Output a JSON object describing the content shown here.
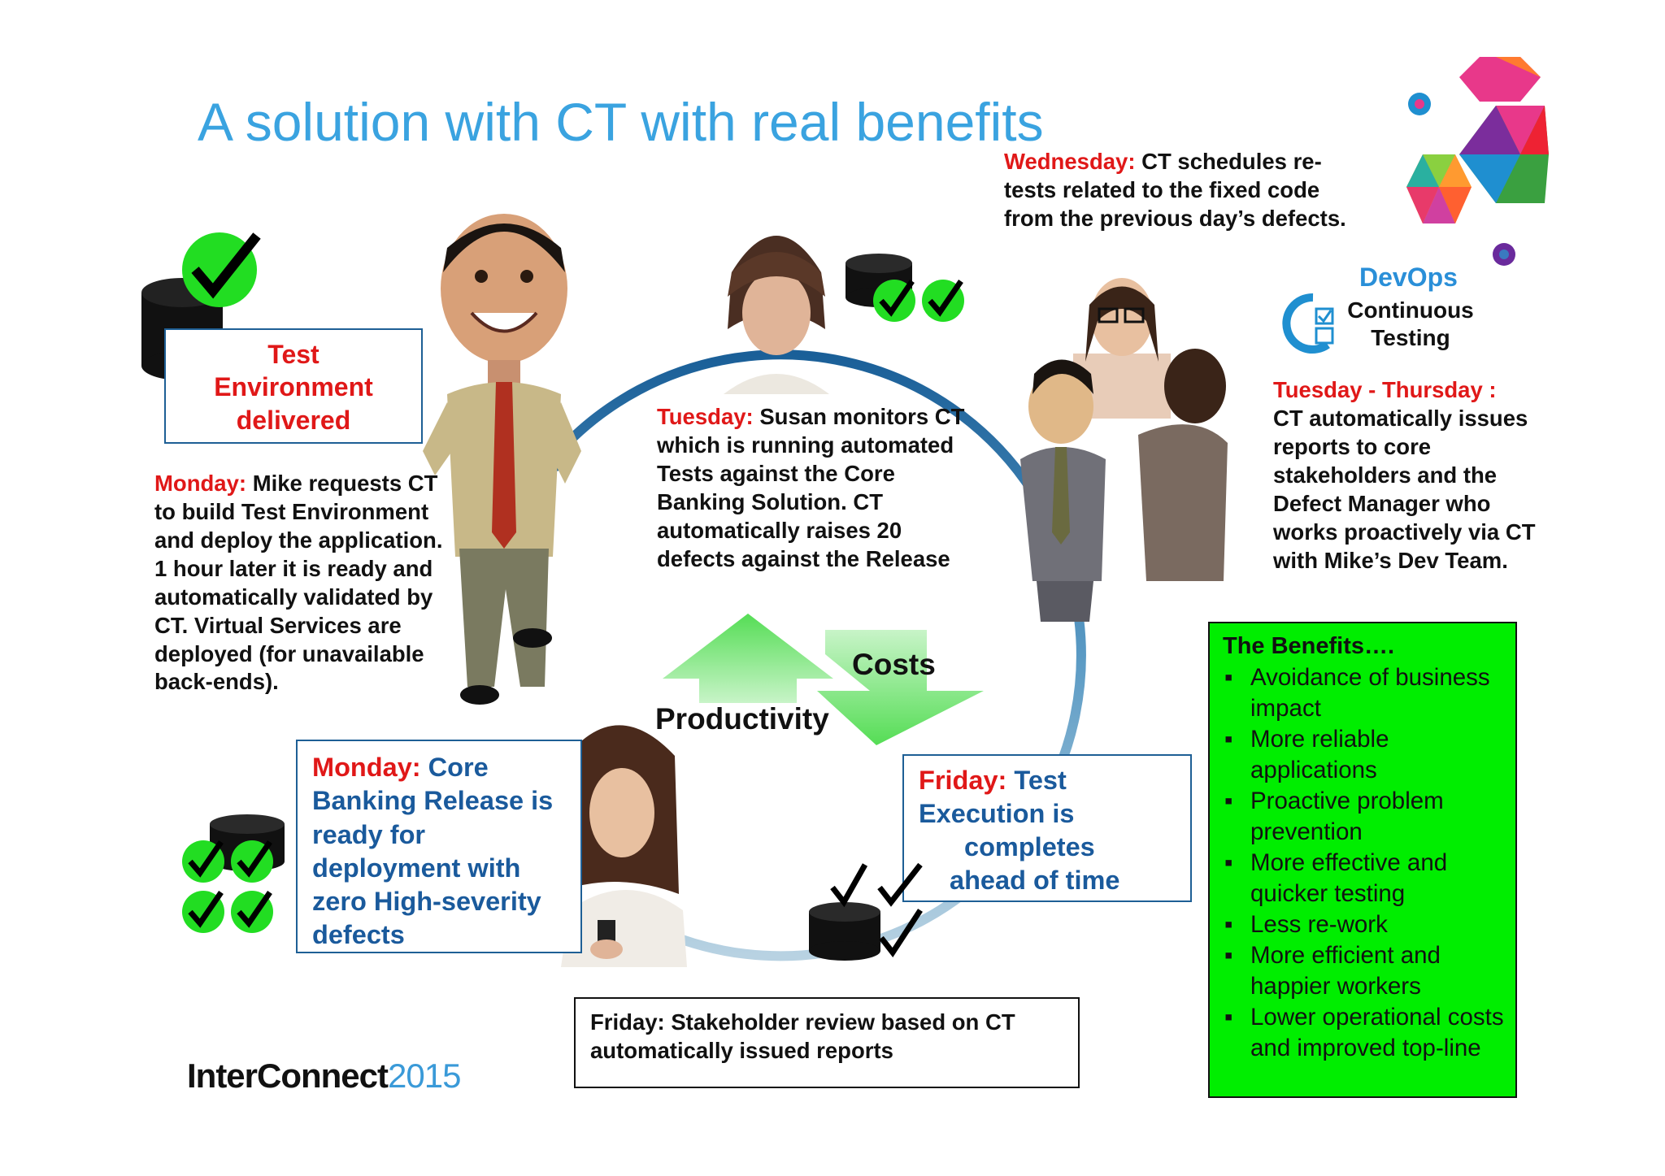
{
  "title": "A solution with CT with real benefits",
  "brand": {
    "name": "InterConnect",
    "year": "2015"
  },
  "devops": {
    "title": "DevOps",
    "line1": "Continuous",
    "line2": "Testing"
  },
  "test_env_box": {
    "line1": "Test",
    "line2": "Environment",
    "line3": "delivered"
  },
  "monday_note": {
    "day": "Monday:",
    "text": " Mike requests CT to build Test Environment and deploy the application. 1 hour later it is ready and automatically validated by CT. Virtual Services are deployed (for unavailable back-ends)."
  },
  "tuesday_note": {
    "day": "Tuesday:",
    "text": " Susan monitors CT  which is running automated Tests against the Core Banking Solution. CT automatically raises 20 defects against the Release"
  },
  "wednesday_note": {
    "day": "Wednesday:",
    "text": " CT schedules re-tests related to the fixed code from the previous day’s defects."
  },
  "tue_thu_note": {
    "day": "Tuesday - Thursday :",
    "text": "CT automatically issues reports to core stakeholders and the Defect Manager who works proactively via CT with Mike’s Dev Team."
  },
  "monday_release_box": {
    "day": "Monday:",
    "text": " Core Banking Release is ready for deployment with zero High-severity defects"
  },
  "friday_exec_box": {
    "day": "Friday:",
    "line1": " Test",
    "line2": "Execution is",
    "line3": "completes",
    "line4": "ahead of time"
  },
  "friday_review_box": {
    "day": "Friday:",
    "text": " Stakeholder review based on CT automatically issued reports"
  },
  "arrows": {
    "up_label": "Productivity",
    "down_label": "Costs"
  },
  "benefits": {
    "title": "The Benefits….",
    "items": [
      "Avoidance of business impact",
      "More reliable applications",
      "Proactive problem prevention",
      "More effective and quicker testing",
      "Less re-work",
      "More efficient and happier workers",
      "Lower operational costs and improved top-line"
    ]
  },
  "colors": {
    "title": "#3aa3e0",
    "day_red": "#e01818",
    "box_blue": "#1a5a9c",
    "benefits_bg": "#00ee00",
    "cycle": "#1f6fa8"
  }
}
